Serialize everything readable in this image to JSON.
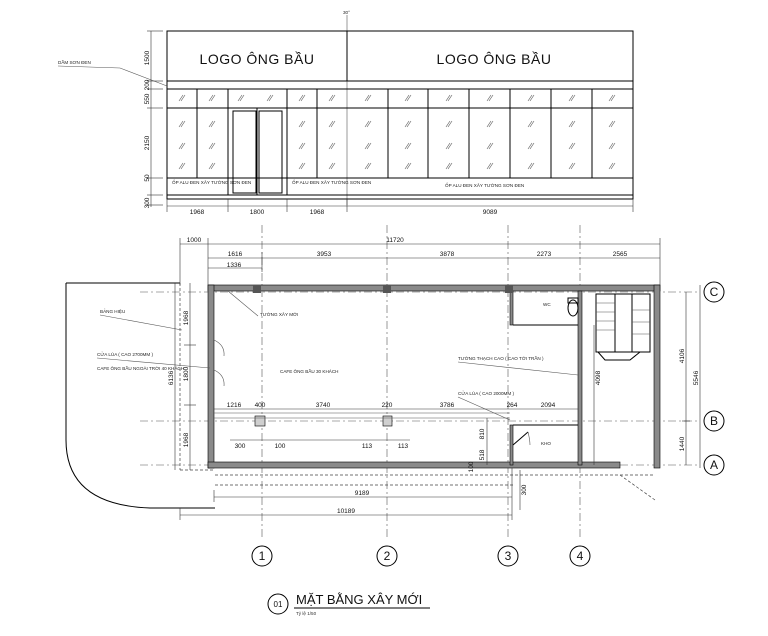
{
  "elevation": {
    "logo_left": "LOGO ÔNG BẦU",
    "logo_right": "LOGO ÔNG BẦU",
    "dim_h": [
      "1968",
      "1800",
      "1968",
      "9089"
    ],
    "dim_v": [
      "1500",
      "200",
      "550",
      "2150",
      "50",
      "300"
    ],
    "label_dam": "DẦM SƠN ĐEN",
    "note_left": "ỐP ALU ĐEN XÂY TƯỜNG SƠN ĐEN",
    "note_mid": "ỐP ALU ĐEN XÂY TƯỜNG SƠN ĐEN",
    "note_right": "ỐP ALU ĐEN XÂY TƯỜNG SƠN ĐEN",
    "top_mark": "30°"
  },
  "plan": {
    "dims_top": [
      "1000",
      "11720",
      "1616",
      "3953",
      "3878",
      "2273",
      "2565",
      "1336"
    ],
    "dims_inner": [
      "1216",
      "400",
      "3740",
      "220",
      "3786",
      "264",
      "2094"
    ],
    "dims_small": [
      "300",
      "100",
      "113",
      "113",
      "810",
      "518",
      "100"
    ],
    "dims_left": [
      "1968",
      "1800",
      "6136",
      "1968"
    ],
    "dims_right": [
      "4106",
      "5546",
      "1440",
      "4098"
    ],
    "dims_bottom": [
      "9189",
      "10189",
      "300"
    ],
    "labels": {
      "bang_hieu": "BẢNG HIỆU",
      "cua_lua": "CỬA LÙA ( CAO 2700MM )",
      "cafe_outdoor": "CAFE ÔNG BẦU NGOÀI TRỜI 40 KHÁCH",
      "tuong_xay": "TƯỜNG XÂY MỚI",
      "cafe_indoor": "CAFE ÔNG BẦU 30 KHÁCH",
      "tuong_thach": "TƯỜNG THẠCH CAO ( CAO TỚI TRẦN )",
      "cua_lua2": "CỬA LÙA ( CAO 2000MM )",
      "wc": "WC",
      "kho": "KHO"
    },
    "axes_v": [
      "1",
      "2",
      "3",
      "4"
    ],
    "axes_h": [
      "C",
      "B",
      "A"
    ]
  },
  "title": {
    "number": "01",
    "text": "MẶT BẰNG XÂY MỚI",
    "scale": "Tỷ lệ 1/50"
  }
}
